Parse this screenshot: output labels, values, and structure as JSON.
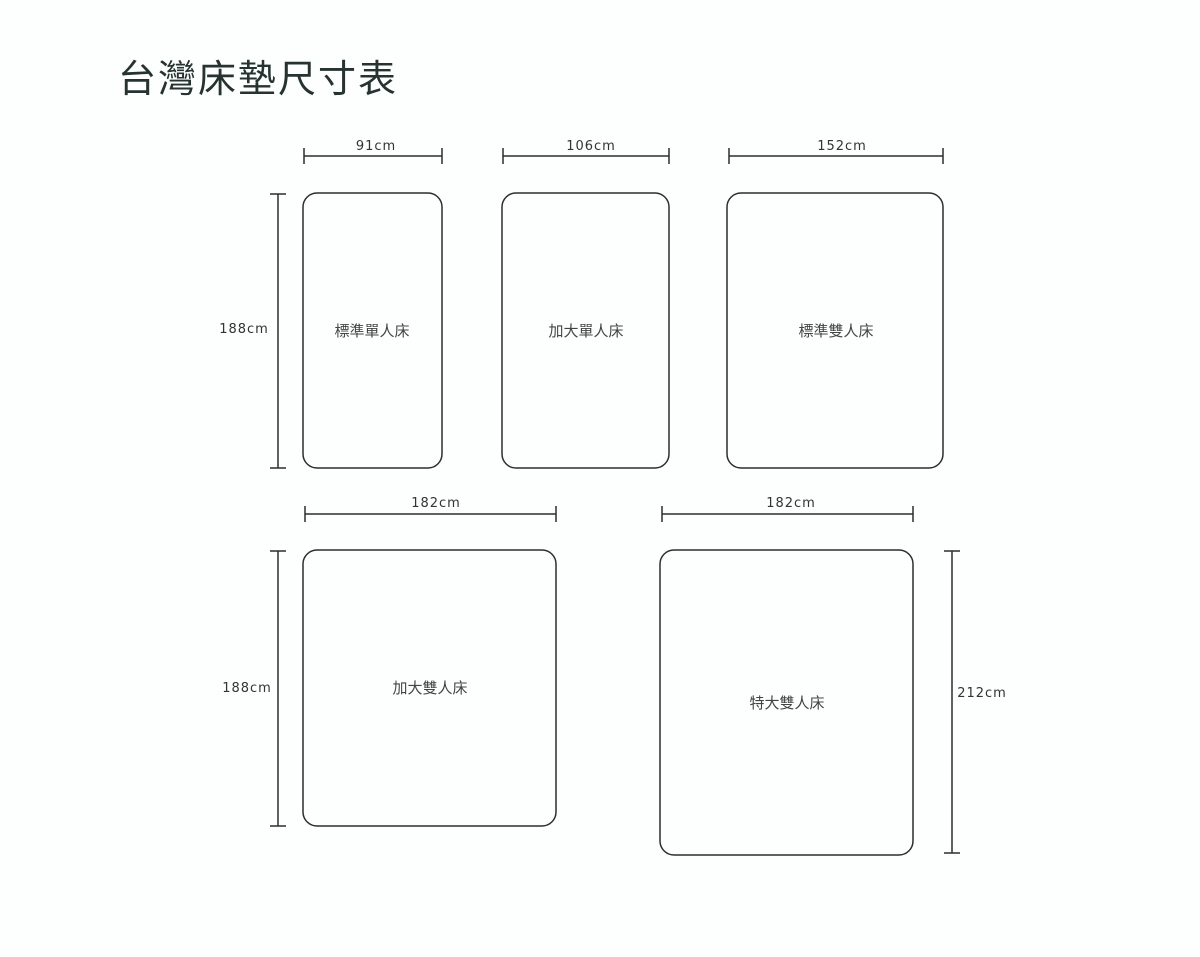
{
  "title": "台灣床墊尺寸表",
  "beds": [
    {
      "name": "標準單人床",
      "width_label": "91cm",
      "length_label": "188cm"
    },
    {
      "name": "加大單人床",
      "width_label": "106cm"
    },
    {
      "name": "標準雙人床",
      "width_label": "152cm"
    },
    {
      "name": "加大雙人床",
      "width_label": "182cm",
      "length_label": "188cm"
    },
    {
      "name": "特大雙人床",
      "width_label": "182cm",
      "length_label": "212cm"
    }
  ]
}
